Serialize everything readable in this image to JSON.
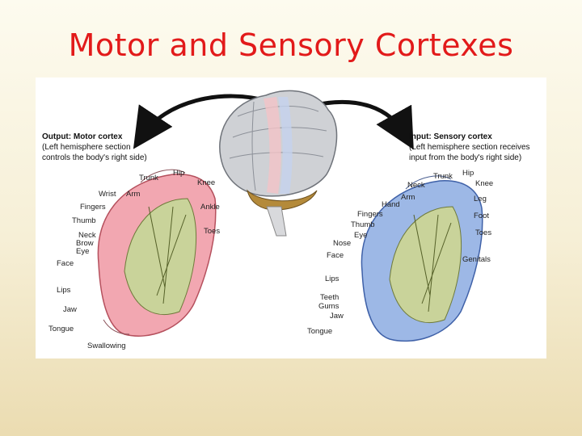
{
  "slide": {
    "title": "Motor and Sensory Cortexes"
  },
  "motor": {
    "heading": "Output: Motor cortex",
    "sub1": "(Left hemisphere section",
    "sub2": "controls the body's right side)",
    "labels": {
      "trunk": "Trunk",
      "hip": "Hip",
      "knee": "Knee",
      "wrist": "Wrist",
      "arm": "Arm",
      "fingers": "Fingers",
      "ankle": "Ankle",
      "thumb": "Thumb",
      "toes": "Toes",
      "neck": "Neck",
      "brow": "Brow",
      "eye": "Eye",
      "face": "Face",
      "lips": "Lips",
      "jaw": "Jaw",
      "tongue": "Tongue",
      "swallowing": "Swallowing"
    },
    "color": "#f2a7b1"
  },
  "sensory": {
    "heading": "Input: Sensory cortex",
    "sub1": "(Left hemisphere section receives",
    "sub2": "input from the body's right side)",
    "labels": {
      "hip": "Hip",
      "trunk": "Trunk",
      "knee": "Knee",
      "neck": "Neck",
      "leg": "Leg",
      "arm": "Arm",
      "hand": "Hand",
      "foot": "Foot",
      "fingers": "Fingers",
      "thumb": "Thumb",
      "toes": "Toes",
      "eye": "Eye",
      "nose": "Nose",
      "face": "Face",
      "genitals": "Genitals",
      "lips": "Lips",
      "teeth": "Teeth",
      "gums": "Gums",
      "jaw": "Jaw",
      "tongue": "Tongue"
    },
    "color": "#9db8e6"
  },
  "colors": {
    "title": "#e21a1a",
    "brain": "#c9cbcf",
    "cortex_inner": "#c9d39a"
  }
}
